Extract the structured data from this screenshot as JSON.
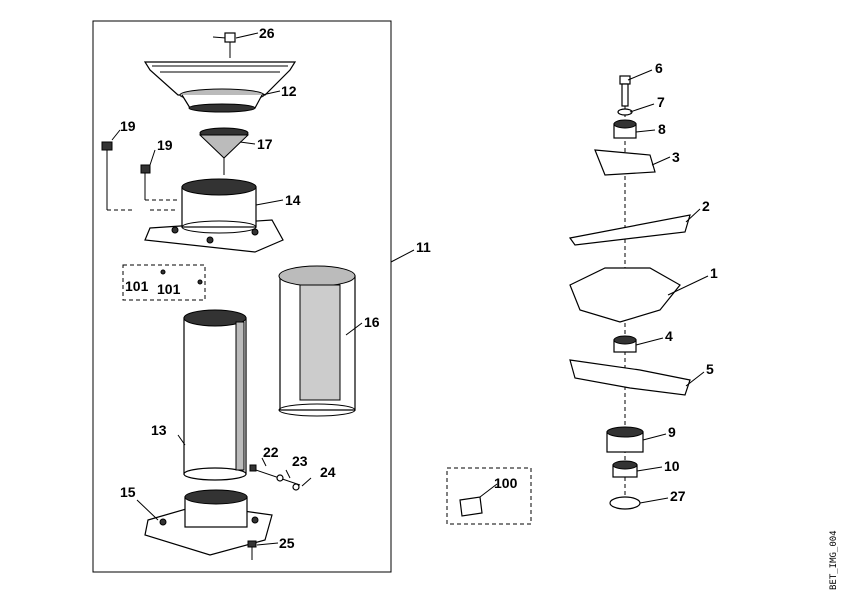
{
  "parts": [
    {
      "id": "26",
      "label": "26"
    },
    {
      "id": "12",
      "label": "12"
    },
    {
      "id": "17",
      "label": "17"
    },
    {
      "id": "19a",
      "label": "19"
    },
    {
      "id": "19b",
      "label": "19"
    },
    {
      "id": "14",
      "label": "14"
    },
    {
      "id": "101a",
      "label": "101"
    },
    {
      "id": "101b",
      "label": "101"
    },
    {
      "id": "16",
      "label": "16"
    },
    {
      "id": "13",
      "label": "13"
    },
    {
      "id": "22",
      "label": "22"
    },
    {
      "id": "23",
      "label": "23"
    },
    {
      "id": "24",
      "label": "24"
    },
    {
      "id": "15",
      "label": "15"
    },
    {
      "id": "25",
      "label": "25"
    },
    {
      "id": "11",
      "label": "11"
    },
    {
      "id": "100",
      "label": "100"
    },
    {
      "id": "6",
      "label": "6"
    },
    {
      "id": "7",
      "label": "7"
    },
    {
      "id": "8",
      "label": "8"
    },
    {
      "id": "3",
      "label": "3"
    },
    {
      "id": "2",
      "label": "2"
    },
    {
      "id": "1",
      "label": "1"
    },
    {
      "id": "4",
      "label": "4"
    },
    {
      "id": "5",
      "label": "5"
    },
    {
      "id": "9",
      "label": "9"
    },
    {
      "id": "10",
      "label": "10"
    },
    {
      "id": "27",
      "label": "27"
    }
  ],
  "watermark": "BET_IMG_004"
}
